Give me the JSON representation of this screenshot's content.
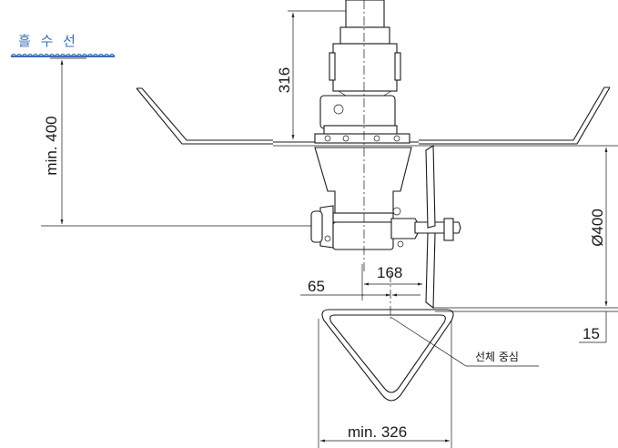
{
  "labels": {
    "waterline": "흘 수 선",
    "min_400": "min. 400",
    "d_316": "316",
    "d_400": "Ø400",
    "d_168": "168",
    "d_65": "65",
    "d_15": "15",
    "hull_center": "선체 중심",
    "min_326": "min. 326"
  },
  "colors": {
    "waterline": "#3a6fb5",
    "line": "#1a1a1a"
  }
}
